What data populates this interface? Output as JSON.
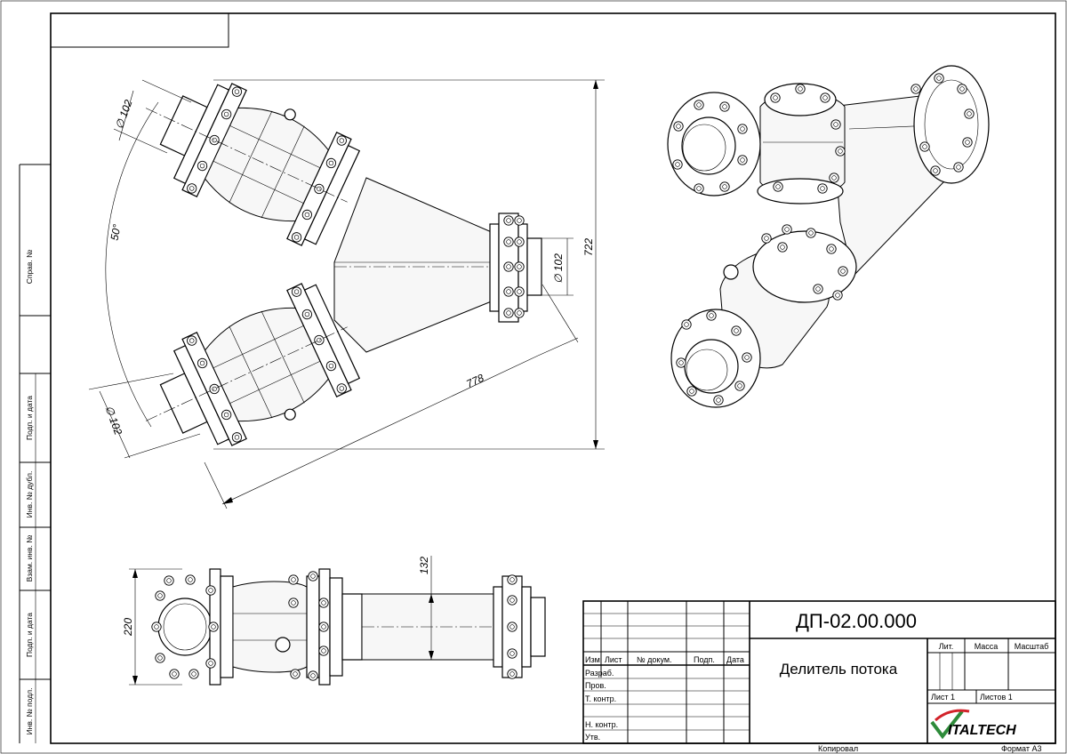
{
  "side_strip": {
    "fields": [
      {
        "id": "sprav",
        "label": "Справ. №"
      },
      {
        "id": "podp1",
        "label": "Подп. и дата"
      },
      {
        "id": "dubl",
        "label": "Инв. № дубл."
      },
      {
        "id": "vzam",
        "label": "Взам. инв. №"
      },
      {
        "id": "podp2",
        "label": "Подп. и дата"
      },
      {
        "id": "podl",
        "label": "Инв. № подл."
      }
    ]
  },
  "dimensions": {
    "top_flange_dia": "∅ 102",
    "bottom_flange_dia": "∅ 102",
    "outlet_dia": "∅ 102",
    "angle": "50°",
    "overall_height": "722",
    "overall_length": "778",
    "side_height": "220",
    "cone_height": "132"
  },
  "title_block": {
    "designation": "ДП-02.00.000",
    "name": "Делитель потока",
    "col_headers": [
      "Изм.",
      "Лист",
      "№ докум.",
      "Подп.",
      "Дата"
    ],
    "rows": [
      "Разраб.",
      "Пров.",
      "Т. контр.",
      "",
      "Н. контр.",
      "Утв."
    ],
    "lit_label": "Лит.",
    "mass_label": "Масса",
    "scale_label": "Масштаб",
    "sheet_label": "Лист 1",
    "sheets_label": "Листов 1",
    "company": "ITALTECH",
    "copied_label": "Копировал",
    "format_label": "Формат A3"
  },
  "colors": {
    "line": "#000000",
    "logo_red": "#d2232a",
    "logo_green": "#2e8b3a"
  }
}
